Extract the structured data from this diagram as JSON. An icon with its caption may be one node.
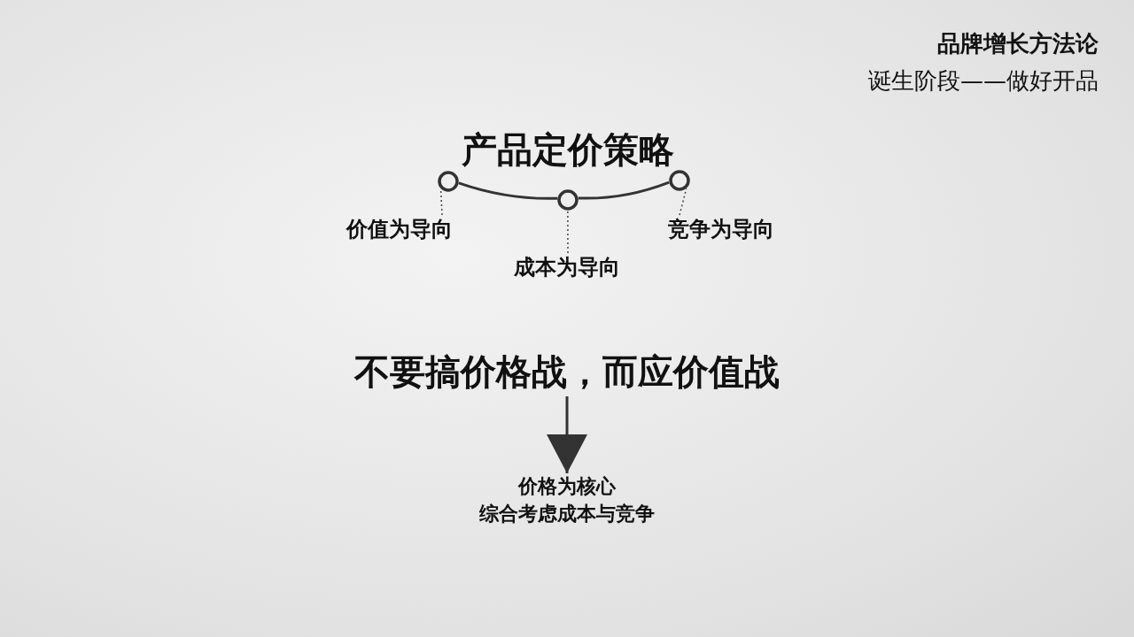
{
  "diagram": {
    "title": "品牌增长方法论",
    "nodes": [
      {
        "text": [],
        "shape": "circle"
      },
      {
        "text": [],
        "shape": "circle"
      },
      {
        "text": [],
        "shape": "circle"
      },
      {
        "text": [
          "价值为导向"
        ]
      },
      {
        "text": [
          "竞争为导向"
        ]
      },
      {
        "text": [
          "成本为导向"
        ]
      },
      {
        "text": [
          "不要搞价格战，而应价值战"
        ]
      },
      {
        "text": [
          "价格为核心",
          "综合考虑成本与竞争"
        ]
      }
    ],
    "edges": [
      {
        "from": 0,
        "to": 1,
        "arrow": "none"
      },
      {
        "from": 1,
        "to": 2,
        "arrow": "none"
      },
      {
        "from": 3,
        "to": 0,
        "arrow": "none",
        "style": "dashed"
      },
      {
        "from": 5,
        "to": 1,
        "arrow": "none",
        "style": "dashed"
      },
      {
        "from": 4,
        "to": 2,
        "arrow": "none",
        "style": "dashed"
      },
      {
        "from": 6,
        "to": 7,
        "arrow": "to"
      }
    ],
    "labels": [
      "诞生阶段——做好开品",
      "产品定价策略"
    ]
  }
}
